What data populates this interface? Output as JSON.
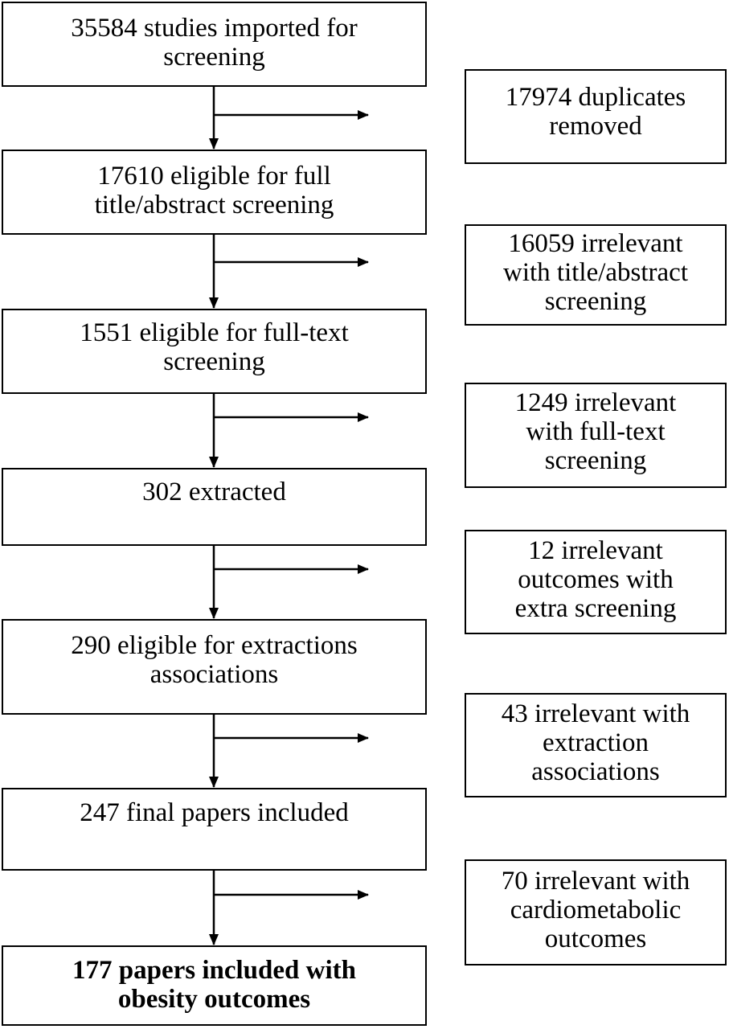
{
  "main_steps": [
    {
      "lines": [
        "35584 studies imported for",
        "screening"
      ]
    },
    {
      "lines": [
        "17610 eligible for full",
        "title/abstract screening"
      ]
    },
    {
      "lines": [
        "1551 eligible for full-text",
        "screening"
      ]
    },
    {
      "lines": [
        "302 extracted"
      ]
    },
    {
      "lines": [
        "290 eligible for extractions",
        "associations"
      ]
    },
    {
      "lines": [
        "247 final papers included"
      ]
    },
    {
      "lines": [
        "177 papers included with",
        "obesity outcomes"
      ]
    }
  ],
  "exclusions": [
    {
      "lines": [
        "17974 duplicates",
        "removed"
      ]
    },
    {
      "lines": [
        "16059 irrelevant",
        "with title/abstract",
        "screening"
      ]
    },
    {
      "lines": [
        "1249 irrelevant",
        "with full-text",
        "screening"
      ]
    },
    {
      "lines": [
        "12 irrelevant",
        "outcomes with",
        "extra screening"
      ]
    },
    {
      "lines": [
        "43 irrelevant with",
        "extraction",
        "associations"
      ]
    },
    {
      "lines": [
        "70 irrelevant with",
        "cardiometabolic",
        "outcomes"
      ]
    }
  ]
}
